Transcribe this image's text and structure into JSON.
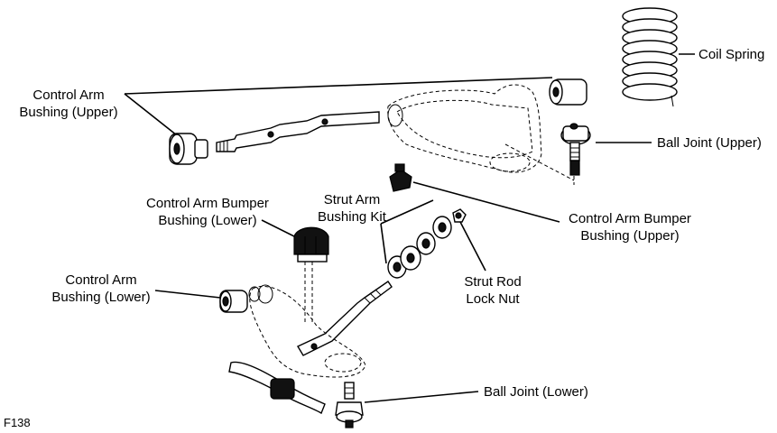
{
  "labels": {
    "coil_spring": "Coil Spring",
    "control_arm_bushing_upper": "Control Arm\nBushing (Upper)",
    "ball_joint_upper": "Ball Joint (Upper)",
    "control_arm_bumper_bushing_lower": "Control Arm Bumper\nBushing (Lower)",
    "strut_arm_bushing_kit": "Strut Arm\nBushing Kit",
    "control_arm_bumper_bushing_upper": "Control Arm Bumper\nBushing (Upper)",
    "control_arm_bushing_lower": "Control Arm\nBushing (Lower)",
    "strut_rod_lock_nut": "Strut Rod\nLock Nut",
    "ball_joint_lower": "Ball Joint (Lower)"
  },
  "figure_id": "F138"
}
